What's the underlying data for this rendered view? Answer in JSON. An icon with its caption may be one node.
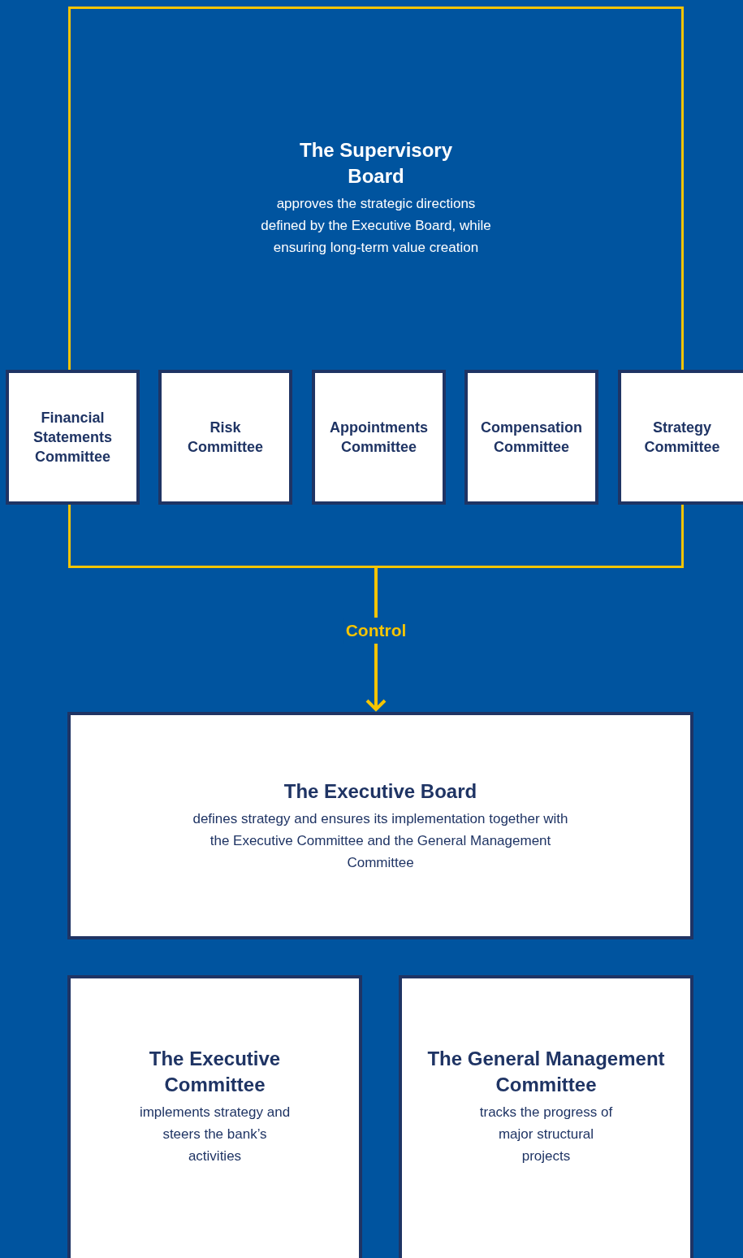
{
  "diagram": {
    "nodes": [
      {
        "text": [
          "The Supervisory Board",
          "approves the strategic directions defined by the Executive Board, while ensuring long-term value creation"
        ]
      },
      {
        "text": [
          "Financial Statements Committee"
        ]
      },
      {
        "text": [
          "Risk Committee"
        ],
        "in": 0
      },
      {
        "text": [
          "Appointments Committee"
        ],
        "in": 0
      },
      {
        "text": [
          "Compensation Committee"
        ],
        "in": 0
      },
      {
        "text": [
          "Strategy Committee"
        ]
      },
      {
        "text": [
          "The Executive Board",
          "defines strategy and ensures its implementation together with the Executive Committee and the General Management Committee"
        ]
      },
      {
        "text": [
          "The Executive Committee",
          "implements strategy and steers the bank’s activities"
        ]
      },
      {
        "text": [
          "The General Management Committee",
          "tracks the progress of major structural projects"
        ]
      }
    ],
    "edges": [
      {
        "from": 0,
        "to": 6,
        "arrow": "to",
        "label": "Control"
      }
    ]
  }
}
